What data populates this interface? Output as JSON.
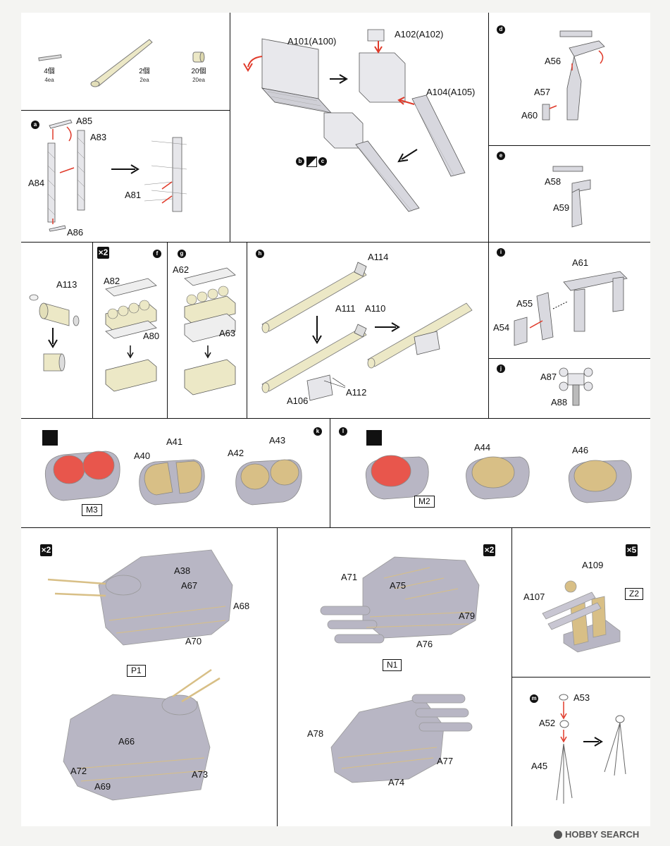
{
  "intro": {
    "items": [
      {
        "count": "4個",
        "unit": "4ea"
      },
      {
        "count": "2個",
        "unit": "2ea"
      },
      {
        "count": "20個",
        "unit": "20ea"
      }
    ]
  },
  "ladder": {
    "step": "b",
    "step2": "c",
    "parts": [
      "A101(A100)",
      "A102(A102)",
      "A104(A105)"
    ]
  },
  "step_d": {
    "step": "d",
    "parts": [
      "A56",
      "A57",
      "A60"
    ]
  },
  "step_e": {
    "step": "e",
    "parts": [
      "A58",
      "A59"
    ]
  },
  "step_a": {
    "step": "a",
    "parts": [
      "A85",
      "A83",
      "A84",
      "A81",
      "A86"
    ]
  },
  "step_i": {
    "step": "i",
    "parts": [
      "A61",
      "A55",
      "A54"
    ]
  },
  "step_j": {
    "step": "j",
    "parts": [
      "A87",
      "A88"
    ]
  },
  "drum": {
    "parts": [
      "A113"
    ]
  },
  "step_f": {
    "step": "f",
    "mult": "×2",
    "parts": [
      "A82",
      "A80"
    ]
  },
  "step_g": {
    "step": "g",
    "parts": [
      "A62",
      "A63"
    ]
  },
  "step_h": {
    "step": "h",
    "parts": [
      "A114",
      "A111",
      "A110",
      "A106",
      "A112"
    ]
  },
  "step_k": {
    "step": "k",
    "box": "M3",
    "parts": [
      "A41",
      "A40",
      "A42",
      "A43"
    ]
  },
  "step_l": {
    "step": "l",
    "box": "M2",
    "parts": [
      "A44",
      "A46"
    ]
  },
  "turret_p": {
    "mult": "×2",
    "box": "P1",
    "parts": [
      "A38",
      "A67",
      "A68",
      "A70",
      "A66",
      "A72",
      "A69",
      "A73"
    ]
  },
  "turret_n": {
    "mult": "×2",
    "box": "N1",
    "parts": [
      "A71",
      "A75",
      "A79",
      "A76",
      "A78",
      "A77",
      "A74"
    ]
  },
  "aa_gun": {
    "mult": "×5",
    "box": "Z2",
    "parts": [
      "A109",
      "A107"
    ]
  },
  "step_m": {
    "step": "m",
    "parts": [
      "A53",
      "A52",
      "A45"
    ]
  },
  "watermark": "HOBBY SEARCH",
  "colors": {
    "arrow_red": "#e03a2a",
    "resin_gray": "#b8b6c4",
    "brass": "#d8bf86",
    "red_detail": "#e8564c",
    "hull_beige": "#ece8c6"
  }
}
